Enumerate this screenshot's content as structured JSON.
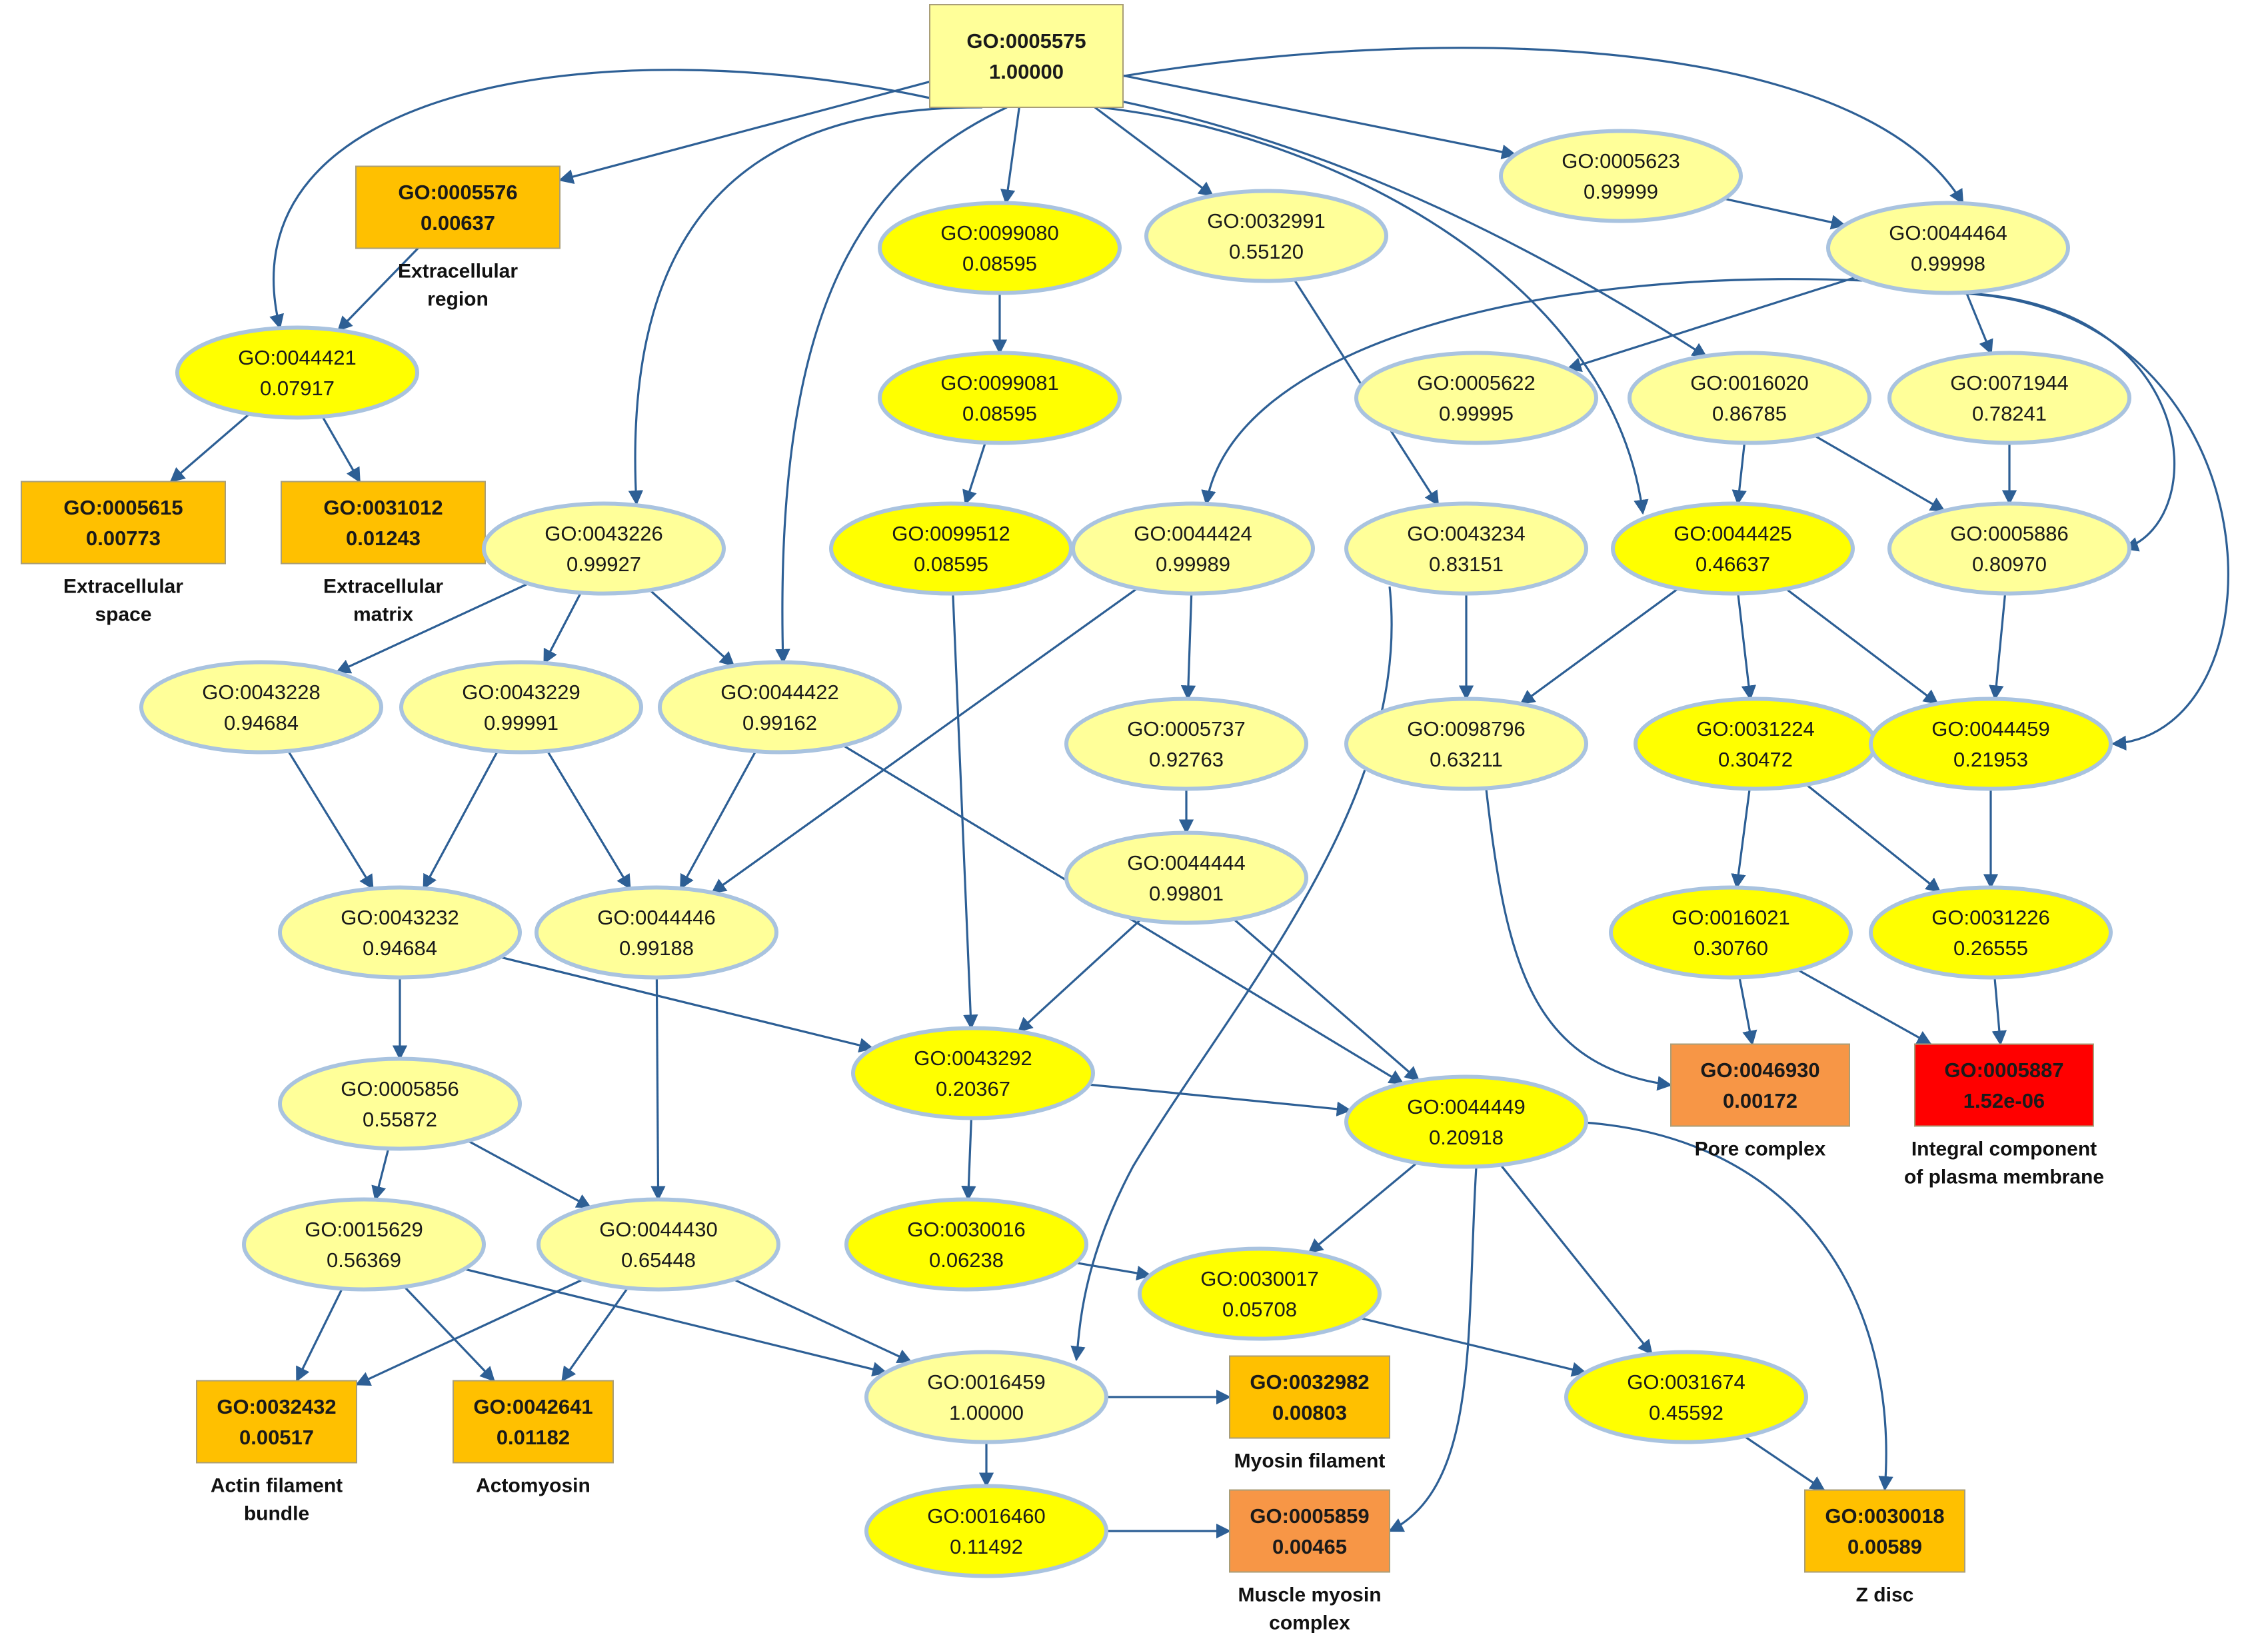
{
  "styles": {
    "edge_color": "#2d5f95",
    "node_stroke": "#a9c3df",
    "box_stroke": "#a99e78",
    "fills": {
      "yellow": "#ffff00",
      "pale": "#ffff99",
      "light": "#ffff99",
      "orange": "#ffc000",
      "darkorange": "#f79646",
      "red": "#ff0000"
    }
  },
  "nodes": [
    {
      "id": "GO:0005575",
      "value": "1.00000",
      "shape": "box",
      "fill": "light"
    },
    {
      "id": "GO:0005576",
      "value": "0.00637",
      "shape": "box",
      "fill": "orange",
      "caption": [
        "Extracellular",
        "region"
      ]
    },
    {
      "id": "GO:0044421",
      "value": "0.07917",
      "shape": "ellipse",
      "fill": "yellow"
    },
    {
      "id": "GO:0005615",
      "value": "0.00773",
      "shape": "box",
      "fill": "orange",
      "caption": [
        "Extracellular",
        "space"
      ]
    },
    {
      "id": "GO:0031012",
      "value": "0.01243",
      "shape": "box",
      "fill": "orange",
      "caption": [
        "Extracellular",
        "matrix"
      ]
    },
    {
      "id": "GO:0099080",
      "value": "0.08595",
      "shape": "ellipse",
      "fill": "yellow"
    },
    {
      "id": "GO:0032991",
      "value": "0.55120",
      "shape": "ellipse",
      "fill": "pale"
    },
    {
      "id": "GO:0005623",
      "value": "0.99999",
      "shape": "ellipse",
      "fill": "pale"
    },
    {
      "id": "GO:0044464",
      "value": "0.99998",
      "shape": "ellipse",
      "fill": "pale"
    },
    {
      "id": "GO:0099081",
      "value": "0.08595",
      "shape": "ellipse",
      "fill": "yellow"
    },
    {
      "id": "GO:0005622",
      "value": "0.99995",
      "shape": "ellipse",
      "fill": "pale"
    },
    {
      "id": "GO:0016020",
      "value": "0.86785",
      "shape": "ellipse",
      "fill": "pale"
    },
    {
      "id": "GO:0071944",
      "value": "0.78241",
      "shape": "ellipse",
      "fill": "pale"
    },
    {
      "id": "GO:0043226",
      "value": "0.99927",
      "shape": "ellipse",
      "fill": "pale"
    },
    {
      "id": "GO:0099512",
      "value": "0.08595",
      "shape": "ellipse",
      "fill": "yellow"
    },
    {
      "id": "GO:0044424",
      "value": "0.99989",
      "shape": "ellipse",
      "fill": "pale"
    },
    {
      "id": "GO:0043234",
      "value": "0.83151",
      "shape": "ellipse",
      "fill": "pale"
    },
    {
      "id": "GO:0044425",
      "value": "0.46637",
      "shape": "ellipse",
      "fill": "yellow"
    },
    {
      "id": "GO:0005886",
      "value": "0.80970",
      "shape": "ellipse",
      "fill": "pale"
    },
    {
      "id": "GO:0043228",
      "value": "0.94684",
      "shape": "ellipse",
      "fill": "pale"
    },
    {
      "id": "GO:0043229",
      "value": "0.99991",
      "shape": "ellipse",
      "fill": "pale"
    },
    {
      "id": "GO:0044422",
      "value": "0.99162",
      "shape": "ellipse",
      "fill": "pale"
    },
    {
      "id": "GO:0005737",
      "value": "0.92763",
      "shape": "ellipse",
      "fill": "pale"
    },
    {
      "id": "GO:0098796",
      "value": "0.63211",
      "shape": "ellipse",
      "fill": "pale"
    },
    {
      "id": "GO:0031224",
      "value": "0.30472",
      "shape": "ellipse",
      "fill": "yellow"
    },
    {
      "id": "GO:0044459",
      "value": "0.21953",
      "shape": "ellipse",
      "fill": "yellow"
    },
    {
      "id": "GO:0044444",
      "value": "0.99801",
      "shape": "ellipse",
      "fill": "pale"
    },
    {
      "id": "GO:0043232",
      "value": "0.94684",
      "shape": "ellipse",
      "fill": "pale"
    },
    {
      "id": "GO:0044446",
      "value": "0.99188",
      "shape": "ellipse",
      "fill": "pale"
    },
    {
      "id": "GO:0016021",
      "value": "0.30760",
      "shape": "ellipse",
      "fill": "yellow"
    },
    {
      "id": "GO:0031226",
      "value": "0.26555",
      "shape": "ellipse",
      "fill": "yellow"
    },
    {
      "id": "GO:0043292",
      "value": "0.20367",
      "shape": "ellipse",
      "fill": "yellow"
    },
    {
      "id": "GO:0046930",
      "value": "0.00172",
      "shape": "box",
      "fill": "darkorange",
      "caption": [
        "Pore complex"
      ]
    },
    {
      "id": "GO:0005887",
      "value": "1.52e-06",
      "shape": "box",
      "fill": "red",
      "caption": [
        "Integral component",
        "of plasma membrane"
      ]
    },
    {
      "id": "GO:0005856",
      "value": "0.55872",
      "shape": "ellipse",
      "fill": "pale"
    },
    {
      "id": "GO:0044449",
      "value": "0.20918",
      "shape": "ellipse",
      "fill": "yellow"
    },
    {
      "id": "GO:0015629",
      "value": "0.56369",
      "shape": "ellipse",
      "fill": "pale"
    },
    {
      "id": "GO:0044430",
      "value": "0.65448",
      "shape": "ellipse",
      "fill": "pale"
    },
    {
      "id": "GO:0030016",
      "value": "0.06238",
      "shape": "ellipse",
      "fill": "yellow"
    },
    {
      "id": "GO:0030017",
      "value": "0.05708",
      "shape": "ellipse",
      "fill": "yellow"
    },
    {
      "id": "GO:0031674",
      "value": "0.45592",
      "shape": "ellipse",
      "fill": "yellow"
    },
    {
      "id": "GO:0032432",
      "value": "0.00517",
      "shape": "box",
      "fill": "orange",
      "caption": [
        "Actin filament",
        "bundle"
      ]
    },
    {
      "id": "GO:0042641",
      "value": "0.01182",
      "shape": "box",
      "fill": "orange",
      "caption": [
        "Actomyosin"
      ]
    },
    {
      "id": "GO:0016459",
      "value": "1.00000",
      "shape": "ellipse",
      "fill": "pale"
    },
    {
      "id": "GO:0032982",
      "value": "0.00803",
      "shape": "box",
      "fill": "orange",
      "caption": [
        "Myosin filament"
      ]
    },
    {
      "id": "GO:0016460",
      "value": "0.11492",
      "shape": "ellipse",
      "fill": "yellow"
    },
    {
      "id": "GO:0005859",
      "value": "0.00465",
      "shape": "box",
      "fill": "darkorange",
      "caption": [
        "Muscle myosin",
        "complex"
      ]
    },
    {
      "id": "GO:0030018",
      "value": "0.00589",
      "shape": "box",
      "fill": "orange",
      "caption": [
        "Z disc"
      ]
    }
  ],
  "edges": [
    [
      "GO:0005575",
      "GO:0005576"
    ],
    [
      "GO:0005575",
      "GO:0044421"
    ],
    [
      "GO:0005575",
      "GO:0043226"
    ],
    [
      "GO:0005575",
      "GO:0044422"
    ],
    [
      "GO:0005575",
      "GO:0099080"
    ],
    [
      "GO:0005575",
      "GO:0032991"
    ],
    [
      "GO:0005575",
      "GO:0005623"
    ],
    [
      "GO:0005575",
      "GO:0044464"
    ],
    [
      "GO:0005575",
      "GO:0016020"
    ],
    [
      "GO:0005575",
      "GO:0044425"
    ],
    [
      "GO:0005576",
      "GO:0044421"
    ],
    [
      "GO:0044421",
      "GO:0005615"
    ],
    [
      "GO:0044421",
      "GO:0031012"
    ],
    [
      "GO:0099080",
      "GO:0099081"
    ],
    [
      "GO:0099081",
      "GO:0099512"
    ],
    [
      "GO:0099512",
      "GO:0043292"
    ],
    [
      "GO:0032991",
      "GO:0043234"
    ],
    [
      "GO:0005623",
      "GO:0044464"
    ],
    [
      "GO:0044464",
      "GO:0005622"
    ],
    [
      "GO:0044464",
      "GO:0071944"
    ],
    [
      "GO:0044464",
      "GO:0044424"
    ],
    [
      "GO:0044464",
      "GO:0005886"
    ],
    [
      "GO:0044464",
      "GO:0044459"
    ],
    [
      "GO:0016020",
      "GO:0044425"
    ],
    [
      "GO:0016020",
      "GO:0005886"
    ],
    [
      "GO:0071944",
      "GO:0005886"
    ],
    [
      "GO:0043226",
      "GO:0043228"
    ],
    [
      "GO:0043226",
      "GO:0043229"
    ],
    [
      "GO:0043226",
      "GO:0044422"
    ],
    [
      "GO:0044424",
      "GO:0005737"
    ],
    [
      "GO:0044424",
      "GO:0044446"
    ],
    [
      "GO:0043234",
      "GO:0098796"
    ],
    [
      "GO:0043234",
      "GO:0016459"
    ],
    [
      "GO:0044425",
      "GO:0098796"
    ],
    [
      "GO:0044425",
      "GO:0031224"
    ],
    [
      "GO:0044425",
      "GO:0044459"
    ],
    [
      "GO:0005886",
      "GO:0044459"
    ],
    [
      "GO:0043228",
      "GO:0043232"
    ],
    [
      "GO:0043229",
      "GO:0043232"
    ],
    [
      "GO:0043229",
      "GO:0044446"
    ],
    [
      "GO:0044422",
      "GO:0044446"
    ],
    [
      "GO:0044422",
      "GO:0044449"
    ],
    [
      "GO:0005737",
      "GO:0044444"
    ],
    [
      "GO:0044444",
      "GO:0043292"
    ],
    [
      "GO:0044444",
      "GO:0044449"
    ],
    [
      "GO:0098796",
      "GO:0046930"
    ],
    [
      "GO:0031224",
      "GO:0016021"
    ],
    [
      "GO:0031224",
      "GO:0031226"
    ],
    [
      "GO:0044459",
      "GO:0031226"
    ],
    [
      "GO:0043232",
      "GO:0005856"
    ],
    [
      "GO:0043232",
      "GO:0043292"
    ],
    [
      "GO:0044446",
      "GO:0044430"
    ],
    [
      "GO:0016021",
      "GO:0046930"
    ],
    [
      "GO:0016021",
      "GO:0005887"
    ],
    [
      "GO:0031226",
      "GO:0005887"
    ],
    [
      "GO:0043292",
      "GO:0044449"
    ],
    [
      "GO:0043292",
      "GO:0030016"
    ],
    [
      "GO:0005856",
      "GO:0015629"
    ],
    [
      "GO:0005856",
      "GO:0044430"
    ],
    [
      "GO:0044449",
      "GO:0030017"
    ],
    [
      "GO:0044449",
      "GO:0031674"
    ],
    [
      "GO:0044449",
      "GO:0005859"
    ],
    [
      "GO:0044449",
      "GO:0030018"
    ],
    [
      "GO:0015629",
      "GO:0032432"
    ],
    [
      "GO:0015629",
      "GO:0042641"
    ],
    [
      "GO:0015629",
      "GO:0016459"
    ],
    [
      "GO:0044430",
      "GO:0032432"
    ],
    [
      "GO:0044430",
      "GO:0042641"
    ],
    [
      "GO:0044430",
      "GO:0016459"
    ],
    [
      "GO:0030016",
      "GO:0030017"
    ],
    [
      "GO:0030017",
      "GO:0031674"
    ],
    [
      "GO:0031674",
      "GO:0030018"
    ],
    [
      "GO:0016459",
      "GO:0032982"
    ],
    [
      "GO:0016459",
      "GO:0016460"
    ],
    [
      "GO:0016460",
      "GO:0005859"
    ]
  ]
}
